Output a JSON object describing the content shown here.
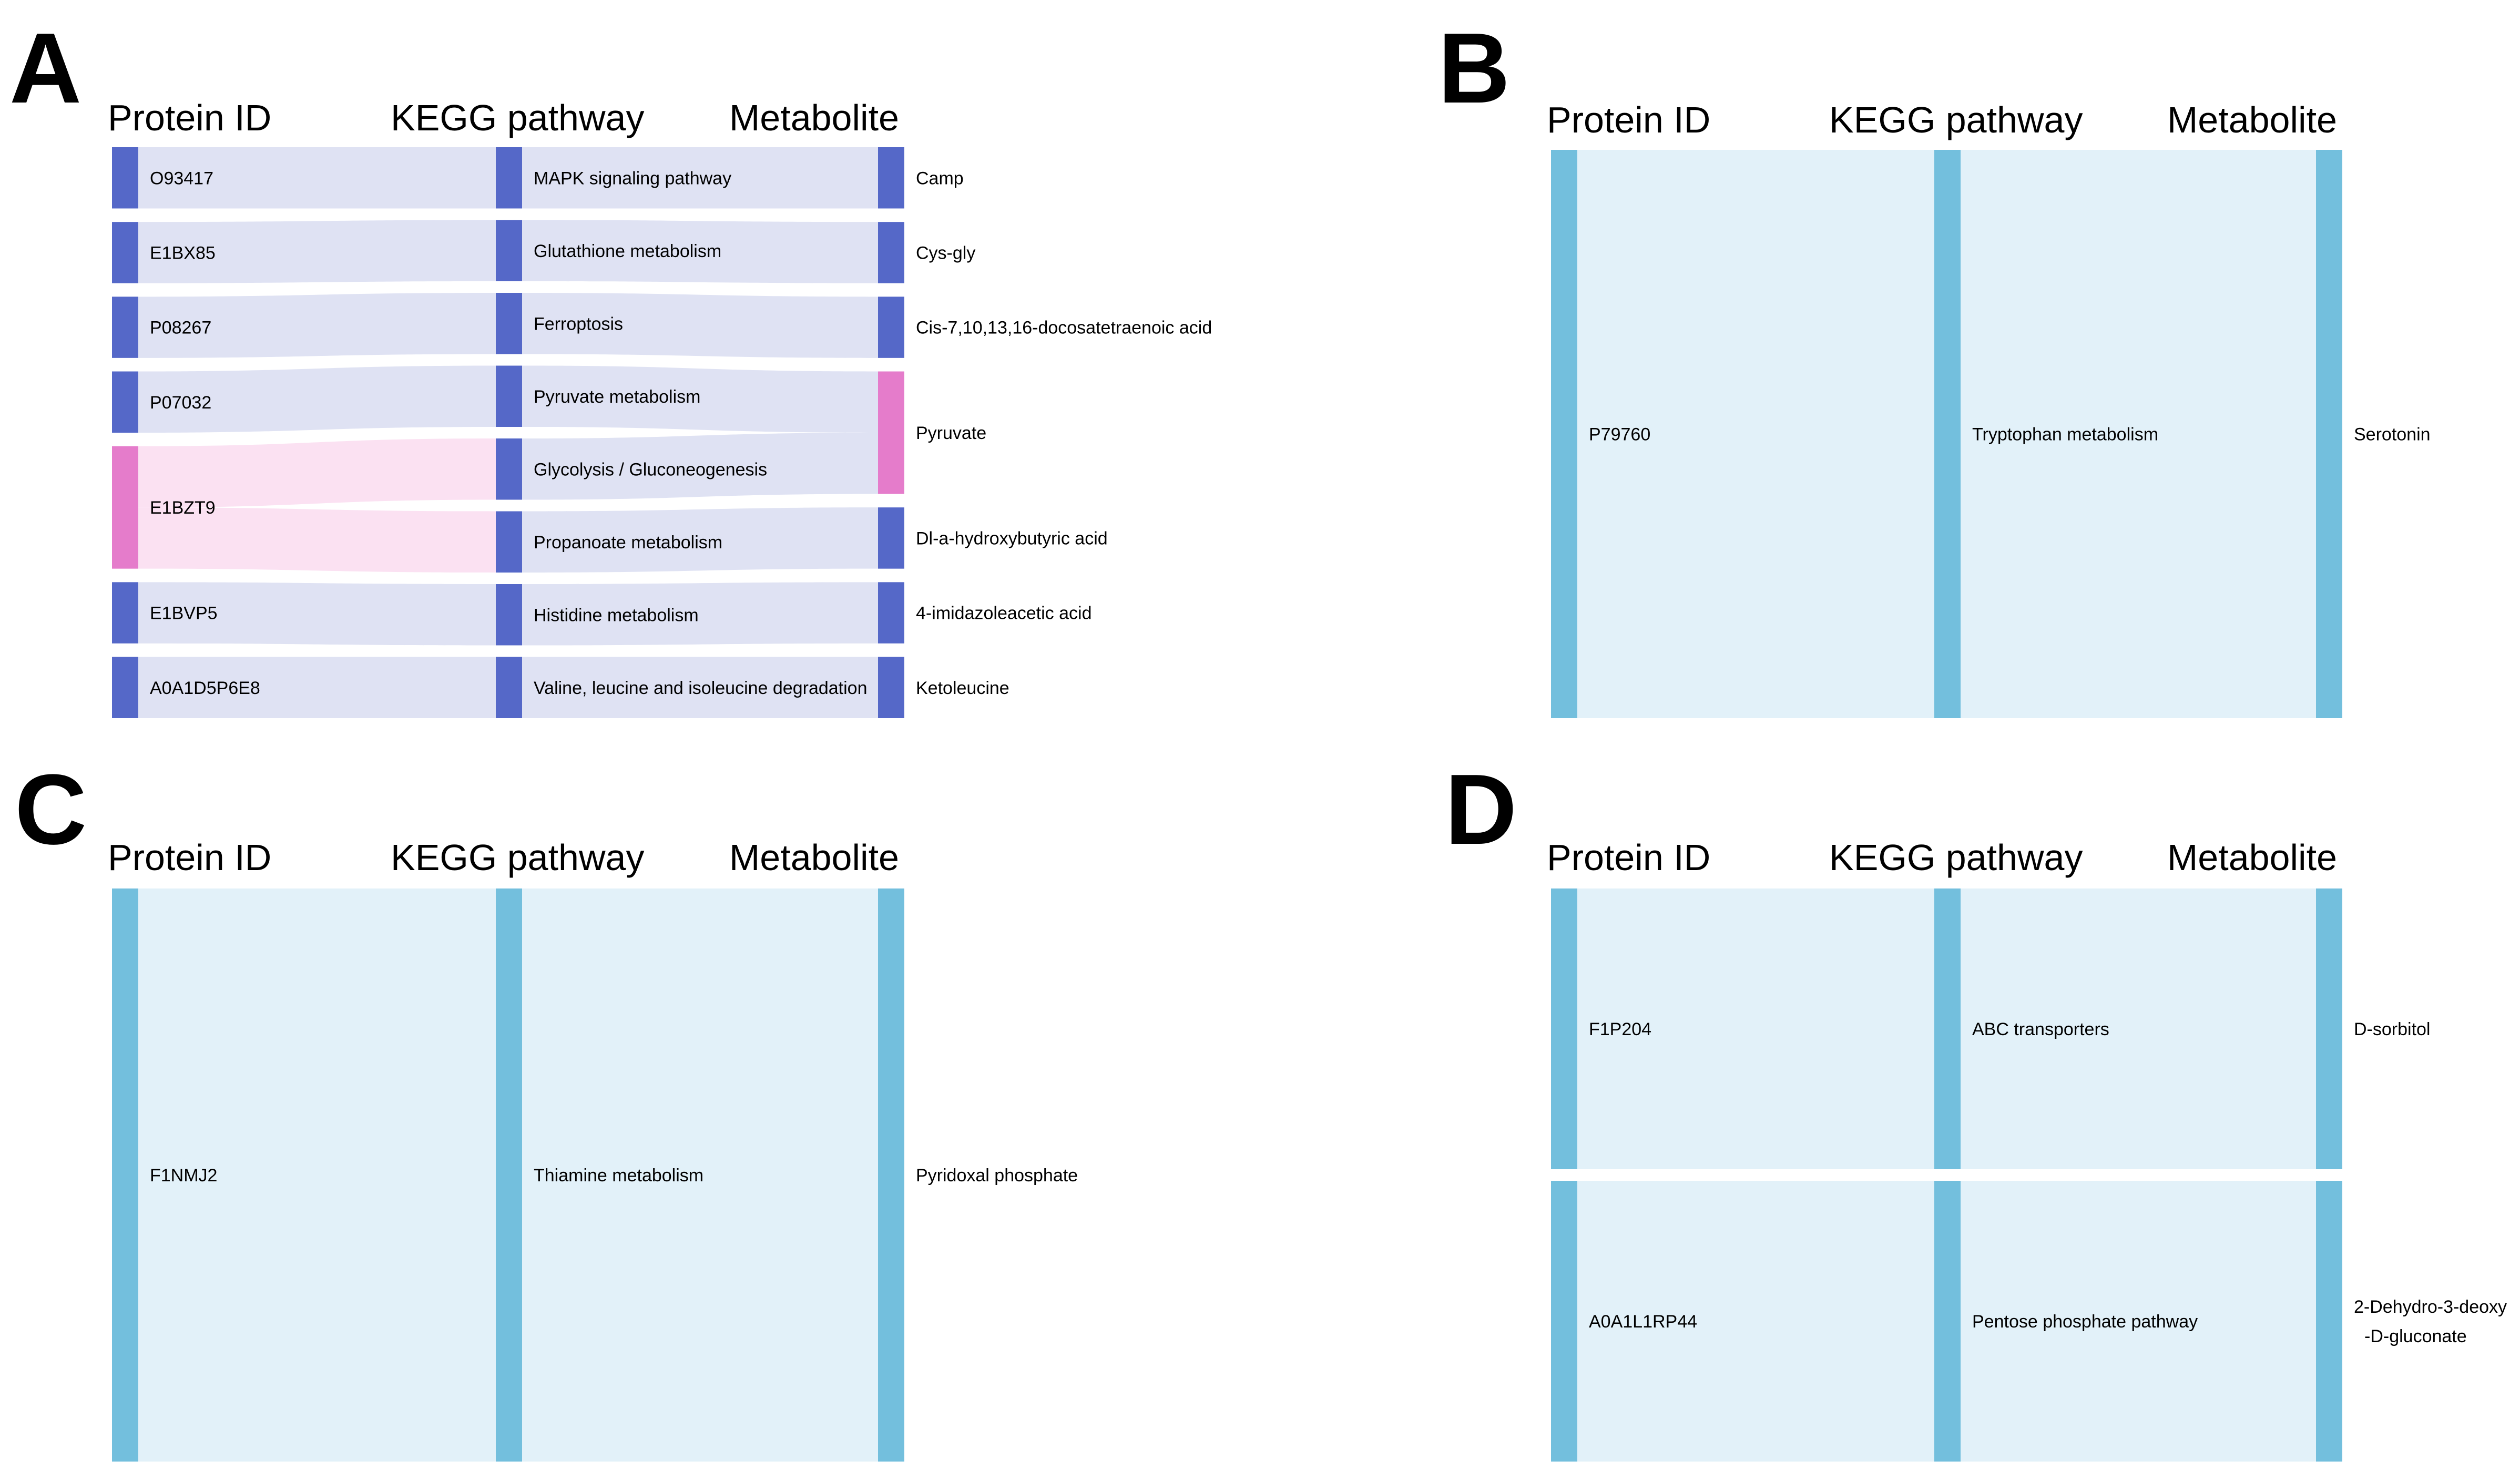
{
  "colors": {
    "dark_node": "#5568c8",
    "dark_link": "#dfe2f3",
    "pink_node": "#e57ccb",
    "pink_link": "#fbe1f2",
    "light_node": "#73bfdd",
    "light_link": "#e2f1f9"
  },
  "panels": [
    {
      "id": "A",
      "letter": "A",
      "headers": [
        "Protein ID",
        "KEGG pathway",
        "Metabolite"
      ],
      "proteins": [
        {
          "id": "p1",
          "label": "O93417",
          "color": "dark"
        },
        {
          "id": "p2",
          "label": "E1BX85",
          "color": "dark"
        },
        {
          "id": "p3",
          "label": "P08267",
          "color": "dark"
        },
        {
          "id": "p4",
          "label": "P07032",
          "color": "dark"
        },
        {
          "id": "p5",
          "label": "E1BZT9",
          "color": "pink"
        },
        {
          "id": "p6",
          "label": "E1BVP5",
          "color": "dark"
        },
        {
          "id": "p7",
          "label": "A0A1D5P6E8",
          "color": "dark"
        }
      ],
      "pathways": [
        {
          "id": "k1",
          "label": "MAPK signaling pathway",
          "color": "dark"
        },
        {
          "id": "k2",
          "label": "Glutathione metabolism",
          "color": "dark"
        },
        {
          "id": "k3",
          "label": "Ferroptosis",
          "color": "dark"
        },
        {
          "id": "k4",
          "label": "Pyruvate metabolism",
          "color": "dark"
        },
        {
          "id": "k5",
          "label": "Glycolysis / Gluconeogenesis",
          "color": "dark"
        },
        {
          "id": "k6",
          "label": "Propanoate metabolism",
          "color": "dark"
        },
        {
          "id": "k7",
          "label": "Histidine metabolism",
          "color": "dark"
        },
        {
          "id": "k8",
          "label": "Valine, leucine and isoleucine degradation",
          "color": "dark"
        }
      ],
      "metabolites": [
        {
          "id": "m1",
          "label": "Camp",
          "color": "dark"
        },
        {
          "id": "m2",
          "label": "Cys-gly",
          "color": "dark"
        },
        {
          "id": "m3",
          "label": "Cis-7,10,13,16-docosatetraenoic acid",
          "color": "dark"
        },
        {
          "id": "m4",
          "label": "Pyruvate",
          "color": "pink"
        },
        {
          "id": "m5",
          "label": "Dl-a-hydroxybutyric acid",
          "color": "dark"
        },
        {
          "id": "m6",
          "label": "4-imidazoleacetic acid",
          "color": "dark"
        },
        {
          "id": "m7",
          "label": "Ketoleucine",
          "color": "dark"
        }
      ],
      "links_left": [
        {
          "source": "p1",
          "target": "k1",
          "value": 1
        },
        {
          "source": "p2",
          "target": "k2",
          "value": 1
        },
        {
          "source": "p3",
          "target": "k3",
          "value": 1
        },
        {
          "source": "p4",
          "target": "k4",
          "value": 1
        },
        {
          "source": "p5",
          "target": "k5",
          "value": 1
        },
        {
          "source": "p5",
          "target": "k6",
          "value": 1
        },
        {
          "source": "p6",
          "target": "k7",
          "value": 1
        },
        {
          "source": "p7",
          "target": "k8",
          "value": 1
        }
      ],
      "links_right": [
        {
          "source": "k1",
          "target": "m1",
          "value": 1
        },
        {
          "source": "k2",
          "target": "m2",
          "value": 1
        },
        {
          "source": "k3",
          "target": "m3",
          "value": 1
        },
        {
          "source": "k4",
          "target": "m4",
          "value": 1
        },
        {
          "source": "k5",
          "target": "m4",
          "value": 1
        },
        {
          "source": "k6",
          "target": "m5",
          "value": 1
        },
        {
          "source": "k7",
          "target": "m6",
          "value": 1
        },
        {
          "source": "k8",
          "target": "m7",
          "value": 1
        }
      ]
    },
    {
      "id": "B",
      "letter": "B",
      "headers": [
        "Protein ID",
        "KEGG pathway",
        "Metabolite"
      ],
      "proteins": [
        {
          "id": "p1",
          "label": "P79760",
          "color": "light"
        }
      ],
      "pathways": [
        {
          "id": "k1",
          "label": "Tryptophan metabolism",
          "color": "light"
        }
      ],
      "metabolites": [
        {
          "id": "m1",
          "label": "Serotonin",
          "color": "light"
        }
      ],
      "links_left": [
        {
          "source": "p1",
          "target": "k1",
          "value": 1
        }
      ],
      "links_right": [
        {
          "source": "k1",
          "target": "m1",
          "value": 1
        }
      ]
    },
    {
      "id": "C",
      "letter": "C",
      "headers": [
        "Protein ID",
        "KEGG pathway",
        "Metabolite"
      ],
      "proteins": [
        {
          "id": "p1",
          "label": "F1NMJ2",
          "color": "light"
        }
      ],
      "pathways": [
        {
          "id": "k1",
          "label": "Thiamine metabolism",
          "color": "light"
        }
      ],
      "metabolites": [
        {
          "id": "m1",
          "label": "Pyridoxal phosphate",
          "color": "light"
        }
      ],
      "links_left": [
        {
          "source": "p1",
          "target": "k1",
          "value": 1
        }
      ],
      "links_right": [
        {
          "source": "k1",
          "target": "m1",
          "value": 1
        }
      ]
    },
    {
      "id": "D",
      "letter": "D",
      "headers": [
        "Protein ID",
        "KEGG pathway",
        "Metabolite"
      ],
      "proteins": [
        {
          "id": "p1",
          "label": "F1P204",
          "color": "light"
        },
        {
          "id": "p2",
          "label": "A0A1L1RP44",
          "color": "light"
        }
      ],
      "pathways": [
        {
          "id": "k1",
          "label": "ABC transporters",
          "color": "light"
        },
        {
          "id": "k2",
          "label": "Pentose phosphate pathway",
          "color": "light"
        }
      ],
      "metabolites": [
        {
          "id": "m1",
          "label": "D-sorbitol",
          "color": "light"
        },
        {
          "id": "m2",
          "label": "2-Dehydro-3-deoxy\n-D-gluconate",
          "color": "light"
        }
      ],
      "links_left": [
        {
          "source": "p1",
          "target": "k1",
          "value": 1
        },
        {
          "source": "p2",
          "target": "k2",
          "value": 1
        }
      ],
      "links_right": [
        {
          "source": "k1",
          "target": "m1",
          "value": 1
        },
        {
          "source": "k2",
          "target": "m2",
          "value": 1
        }
      ]
    }
  ]
}
